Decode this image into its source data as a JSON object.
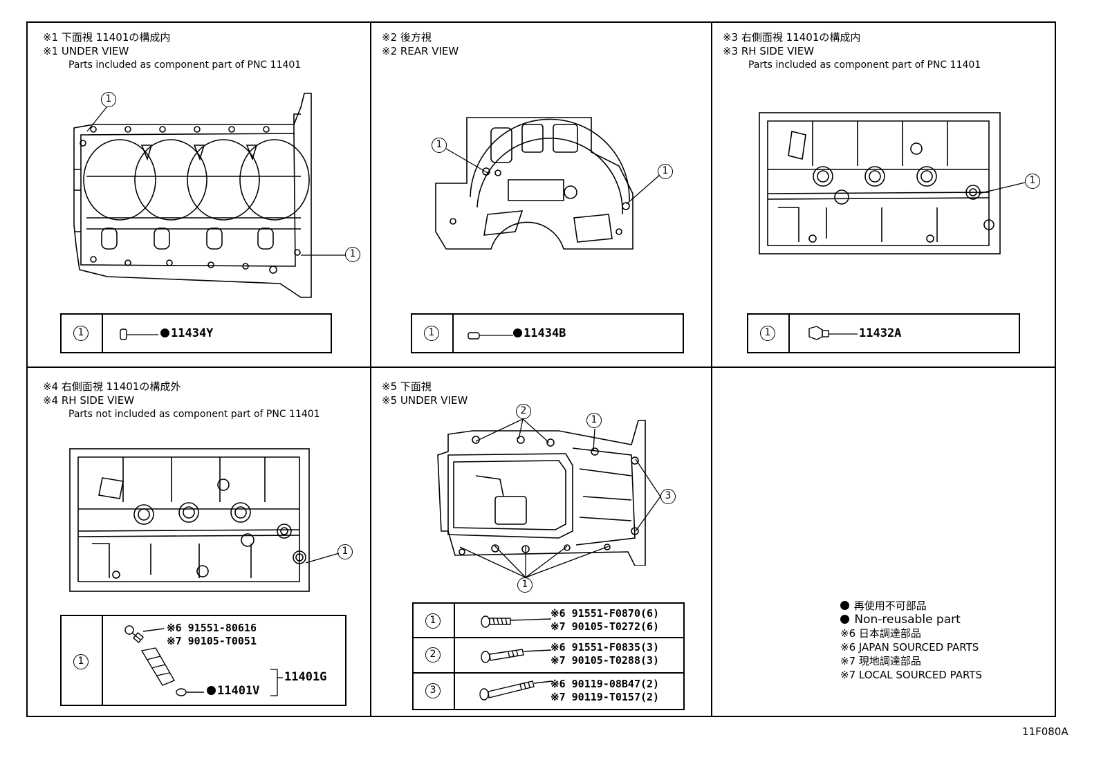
{
  "panels": {
    "p1": {
      "line1": "※1  下面視 11401の構成内",
      "line2": "※1  UNDER VIEW",
      "line3": "Parts included as component part of PNC 11401",
      "callout": "1",
      "part": "11434Y"
    },
    "p2": {
      "line1": "※2  後方視",
      "line2": "※2  REAR VIEW",
      "callout": "1",
      "part": "11434B"
    },
    "p3": {
      "line1": "※3  右側面視 11401の構成内",
      "line2": "※3  RH SIDE VIEW",
      "line3": "Parts included as component part of PNC 11401",
      "callout": "1",
      "part": "11432A"
    },
    "p4": {
      "line1": "※4  右側面視 11401の構成外",
      "line2": "※4  RH SIDE VIEW",
      "line3": "Parts not included as component part of PNC 11401",
      "callout": "1",
      "part_a": "※6 91551-80616",
      "part_b": "※7 90105-T0051",
      "part_c": "11401V",
      "part_d": "11401G"
    },
    "p5": {
      "line1": "※5  下面視",
      "line2": "※5  UNDER VIEW",
      "callout1": "1",
      "callout2": "2",
      "callout3": "3",
      "rows": [
        {
          "num": "1",
          "a": "※6 91551-F0870(6)",
          "b": "※7 90105-T0272(6)"
        },
        {
          "num": "2",
          "a": "※6 91551-F0835(3)",
          "b": "※7 90105-T0288(3)"
        },
        {
          "num": "3",
          "a": "※6 90119-08B47(2)",
          "b": "※7 90119-T0157(2)"
        }
      ]
    }
  },
  "legend": {
    "l1": "再使用不可部品",
    "l2": "Non-reusable part",
    "l3": "※6  日本調達部品",
    "l4": "※6  JAPAN SOURCED PARTS",
    "l5": "※7  現地調達部品",
    "l6": "※7  LOCAL SOURCED PARTS"
  },
  "figure_code": "11F080A"
}
